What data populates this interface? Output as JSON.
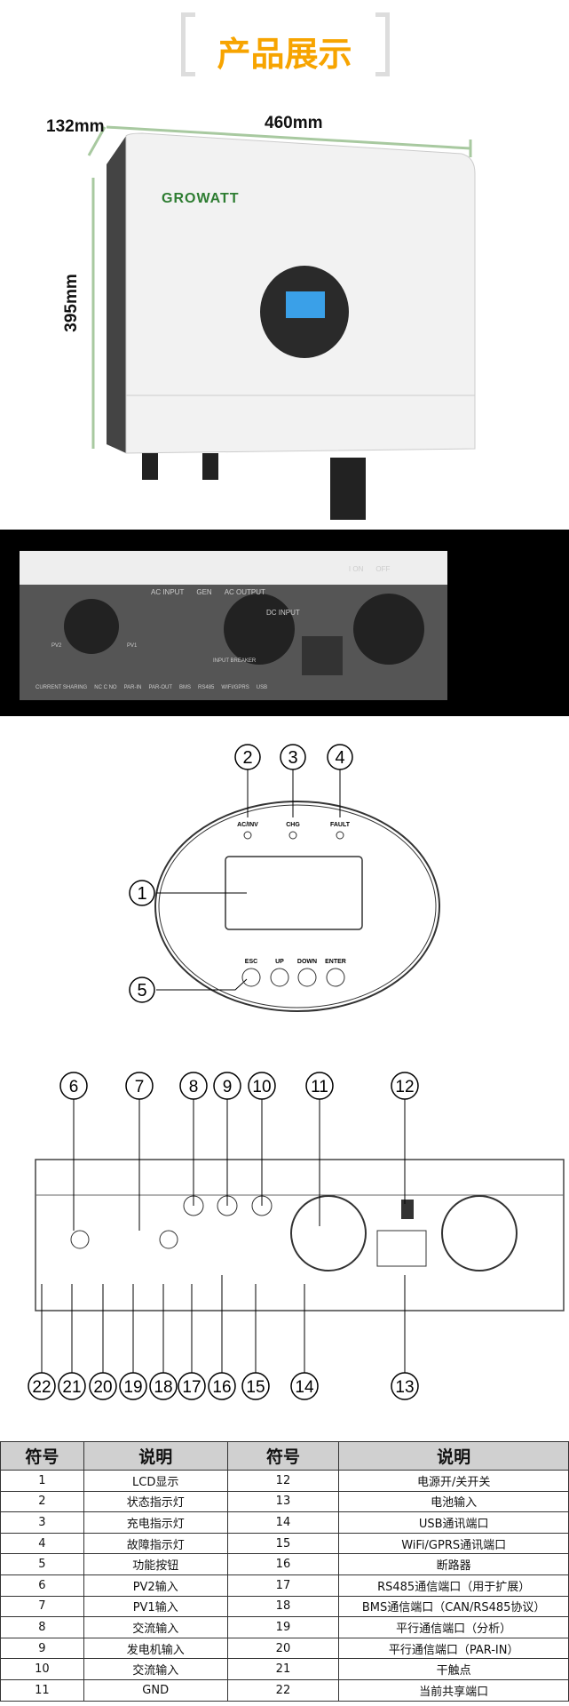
{
  "header": {
    "title": "产品展示"
  },
  "dimensions": {
    "depth": "132mm",
    "width": "460mm",
    "height": "395mm"
  },
  "brand": "GROWATT",
  "rear_photo_labels": [
    "AC INPUT",
    "GEN",
    "AC OUTPUT",
    "PV2",
    "PV1",
    "INPUT BREAKER",
    "I ON",
    "OFF",
    "DC INPUT",
    "CURRENT SHARING",
    "NC C NO",
    "PAR-IN",
    "PAR-OUT",
    "BMS",
    "RS485",
    "WIFI/GPRS",
    "USB"
  ],
  "front_panel": {
    "leds": [
      "AC/INV",
      "CHG",
      "FAULT"
    ],
    "buttons": [
      "ESC",
      "UP",
      "DOWN",
      "ENTER"
    ],
    "callouts": [
      "1",
      "2",
      "3",
      "4",
      "5"
    ]
  },
  "rear_diagram": {
    "top": [
      "6",
      "7",
      "8",
      "9",
      "10",
      "11",
      "12"
    ],
    "bottom": [
      "22",
      "21",
      "20",
      "19",
      "18",
      "17",
      "16",
      "15",
      "14",
      "13"
    ]
  },
  "table": {
    "headers": [
      "符号",
      "说明",
      "符号",
      "说明"
    ],
    "rows": [
      [
        "1",
        "LCD显示",
        "12",
        "电源开/关开关"
      ],
      [
        "2",
        "状态指示灯",
        "13",
        "电池输入"
      ],
      [
        "3",
        "充电指示灯",
        "14",
        "USB通讯端口"
      ],
      [
        "4",
        "故障指示灯",
        "15",
        "WiFi/GPRS通讯端口"
      ],
      [
        "5",
        "功能按钮",
        "16",
        "断路器"
      ],
      [
        "6",
        "PV2输入",
        "17",
        "RS485通信端口（用于扩展）"
      ],
      [
        "7",
        "PV1输入",
        "18",
        "BMS通信端口（CAN/RS485协议）"
      ],
      [
        "8",
        "交流输入",
        "19",
        "平行通信端口（分析）"
      ],
      [
        "9",
        "发电机输入",
        "20",
        "平行通信端口（PAR-IN）"
      ],
      [
        "10",
        "交流输入",
        "21",
        "干触点"
      ],
      [
        "11",
        "GND",
        "22",
        "当前共享端口"
      ]
    ]
  }
}
